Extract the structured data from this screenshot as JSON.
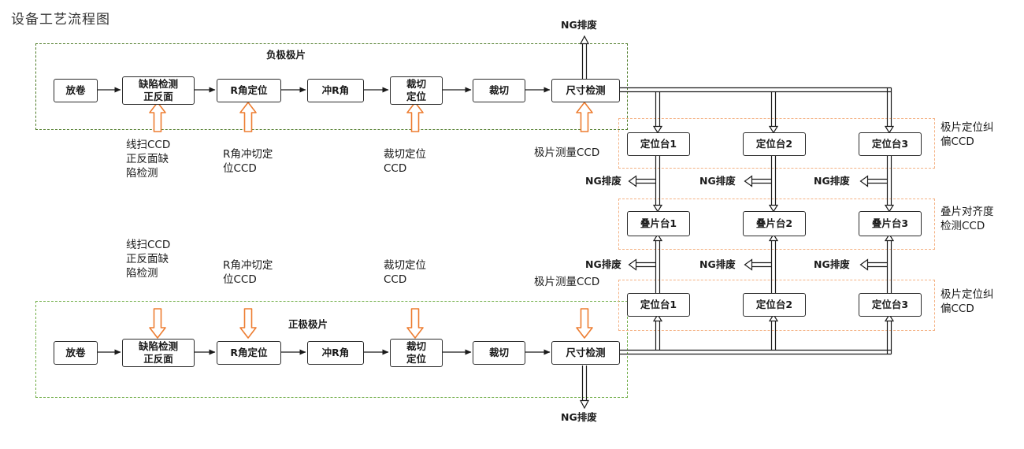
{
  "title": "设备工艺流程图",
  "colors": {
    "green_negative": "#4e7b28",
    "green_positive": "#70ad47",
    "orange": "#ed7d31",
    "orange_dashed": "#f4b183"
  },
  "negative_line": {
    "group_label": "负极极片",
    "ng_label": "NG排废",
    "boxes": [
      "放卷",
      "缺陷检测\n正反面",
      "R角定位",
      "冲R角",
      "裁切\n定位",
      "裁切",
      "尺寸检测"
    ],
    "ccd_labels": [
      "线扫CCD\n正反面缺\n陷检测",
      "R角冲切定\n位CCD",
      "裁切定位\nCCD",
      "极片测量CCD"
    ]
  },
  "positive_line": {
    "group_label": "正极极片",
    "ng_label": "NG排废",
    "boxes": [
      "放卷",
      "缺陷检测\n正反面",
      "R角定位",
      "冲R角",
      "裁切\n定位",
      "裁切",
      "尺寸检测"
    ],
    "ccd_labels": [
      "线扫CCD\n正反面缺\n陷检测",
      "R角冲切定\n位CCD",
      "裁切定位\nCCD",
      "极片测量CCD"
    ]
  },
  "stacking_section": {
    "positioning_top": {
      "boxes": [
        "定位台1",
        "定位台2",
        "定位台3"
      ],
      "side_label": "极片定位纠\n偏CCD"
    },
    "stacking": {
      "boxes": [
        "叠片台1",
        "叠片台2",
        "叠片台3"
      ],
      "side_label": "叠片对齐度\n检测CCD"
    },
    "positioning_bottom": {
      "boxes": [
        "定位台1",
        "定位台2",
        "定位台3"
      ],
      "side_label": "极片定位纠\n偏CCD"
    },
    "ng_top": [
      "NG排废",
      "NG排废",
      "NG排废"
    ],
    "ng_bottom": [
      "NG排废",
      "NG排废",
      "NG排废"
    ]
  }
}
